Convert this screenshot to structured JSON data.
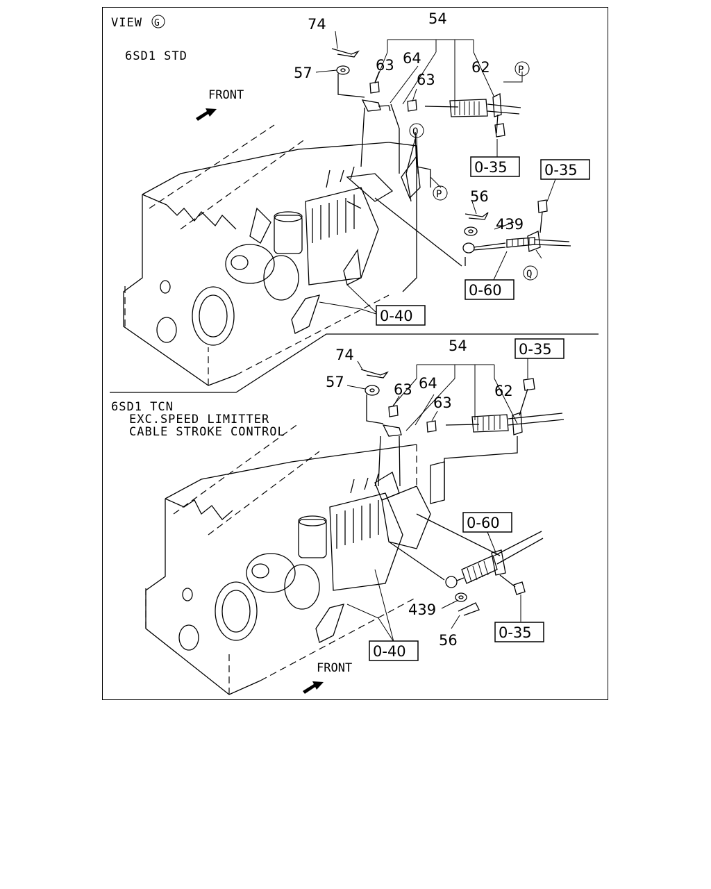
{
  "view_title": "VIEW",
  "view_letter": "G",
  "top_section": {
    "model": "6SD1 STD",
    "front_label": "FRONT",
    "callouts": {
      "c54": "54",
      "c74": "74",
      "c64": "64",
      "c63a": "63",
      "c63b": "63",
      "c62": "62",
      "c57": "57",
      "c56": "56",
      "c439": "439"
    },
    "boxed": {
      "b035a": "0-35",
      "b035b": "0-35",
      "b060": "0-60",
      "b040": "0-40"
    },
    "circle_refs": {
      "p1": "P",
      "p2": "P",
      "q1": "Q",
      "q2": "Q"
    }
  },
  "bottom_section": {
    "model": "6SD1 TCN",
    "line2": "EXC.SPEED LIMITTER",
    "line3": "CABLE STROKE CONTROL",
    "front_label": "FRONT",
    "callouts": {
      "c54": "54",
      "c74": "74",
      "c57": "57",
      "c63a": "63",
      "c64": "64",
      "c63b": "63",
      "c62": "62",
      "c439": "439",
      "c56": "56"
    },
    "boxed": {
      "b035a": "0-35",
      "b060": "0-60",
      "b035b": "0-35",
      "b040": "0-40"
    }
  }
}
